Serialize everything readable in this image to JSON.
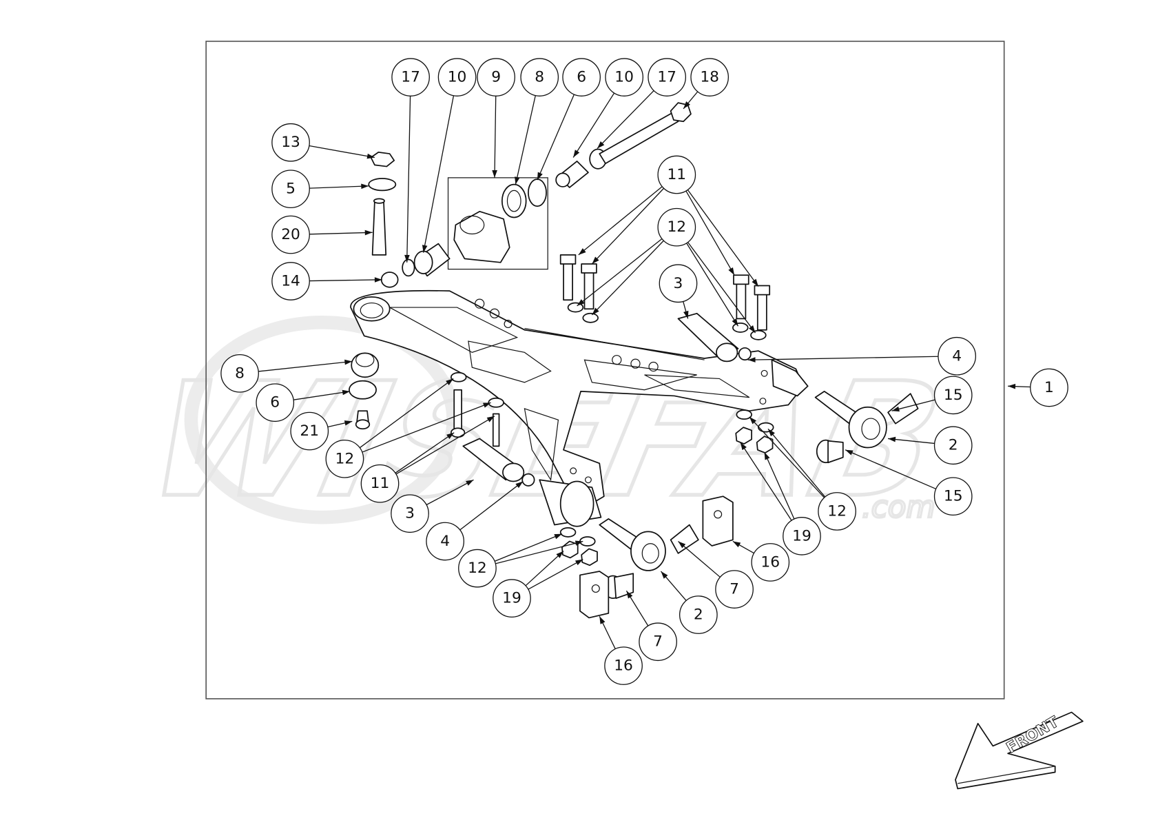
{
  "watermark": {
    "brand": "WISEFAB",
    "suffix": ".com"
  },
  "front_arrow": {
    "label": "FRONT"
  },
  "balloons": [
    "17",
    "10",
    "9",
    "8",
    "6",
    "10",
    "17",
    "18",
    "13",
    "5",
    "20",
    "14",
    "11",
    "12",
    "3",
    "4",
    "1",
    "15",
    "2",
    "15",
    "8",
    "6",
    "21",
    "12",
    "11",
    "3",
    "4",
    "12",
    "19",
    "2",
    "7",
    "16",
    "19",
    "12",
    "7",
    "16"
  ]
}
